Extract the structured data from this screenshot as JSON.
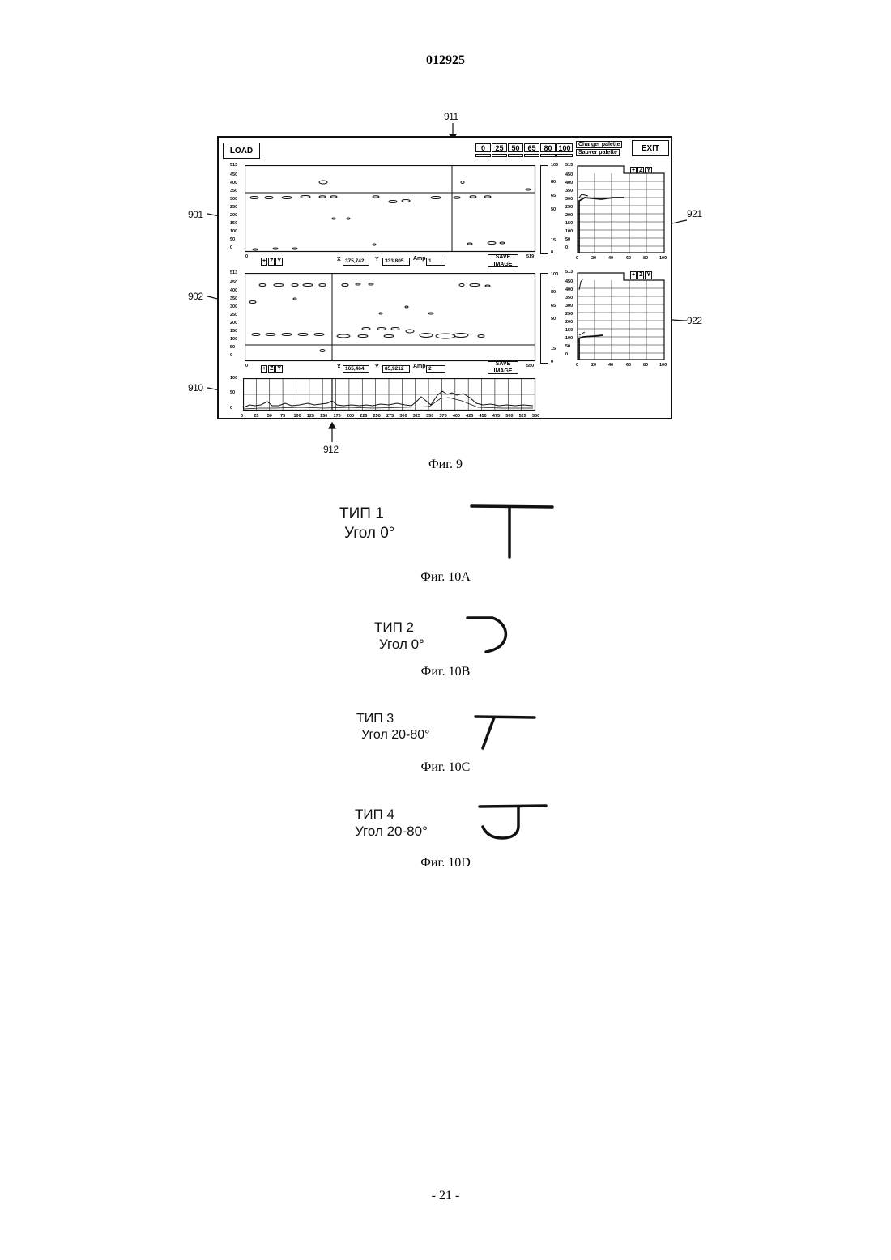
{
  "page": {
    "doc_number": "012925",
    "page_number": "- 21 -"
  },
  "figure9": {
    "caption": "Фиг. 9",
    "ref_labels": {
      "top_arrow": "911",
      "panel1": "901",
      "panel2": "902",
      "trace": "910",
      "bottom_arrow": "912",
      "right_panel1": "921",
      "right_panel2": "922"
    },
    "toolbar": {
      "load_label": "LOAD",
      "exit_label": "EXIT",
      "palette_levels": [
        "0",
        "25",
        "50",
        "65",
        "80",
        "100"
      ],
      "charger_palette": "Charger palette",
      "sauver_palette": "Sauver palette"
    },
    "panel1": {
      "y_ticks": [
        "513",
        "450",
        "400",
        "350",
        "300",
        "250",
        "200",
        "150",
        "100",
        "50",
        "0"
      ],
      "x_start": "0",
      "x_end": "519",
      "scale_ticks": [
        "100",
        "80",
        "65",
        "50",
        "15",
        "0"
      ],
      "zoom_controls": [
        "+",
        "Z",
        "Y"
      ],
      "x_label": "X",
      "x_value": "375,742",
      "y_label": "Y",
      "y_value": "333,805",
      "amp_label": "Amp",
      "amp_value": "1",
      "save_label_1": "SAVE",
      "save_label_2": "IMAGE"
    },
    "panel2": {
      "y_ticks": [
        "513",
        "450",
        "400",
        "350",
        "300",
        "250",
        "200",
        "150",
        "100",
        "50",
        "0"
      ],
      "x_start": "0",
      "x_end": "550",
      "scale_ticks": [
        "100",
        "80",
        "65",
        "50",
        "15",
        "0"
      ],
      "zoom_controls": [
        "+",
        "Z",
        "Y"
      ],
      "x_label": "X",
      "x_value": "165,464",
      "y_label": "Y",
      "y_value": "85,9212",
      "amp_label": "Amp",
      "amp_value": "2",
      "save_label_1": "SAVE",
      "save_label_2": "IMAGE"
    },
    "right1": {
      "y_top": "513",
      "y_ticks": [
        "450",
        "400",
        "350",
        "300",
        "250",
        "200",
        "150",
        "100",
        "50",
        "0"
      ],
      "x_ticks": [
        "0",
        "20",
        "40",
        "60",
        "80",
        "100"
      ],
      "zoom_controls": [
        "+",
        "Z",
        "Y"
      ]
    },
    "right2": {
      "y_top": "513",
      "y_ticks": [
        "450",
        "400",
        "350",
        "300",
        "250",
        "200",
        "150",
        "100",
        "50",
        "0"
      ],
      "x_ticks": [
        "0",
        "20",
        "40",
        "60",
        "80",
        "100"
      ],
      "zoom_controls": [
        "+",
        "Z",
        "Y"
      ]
    },
    "trace": {
      "y_ticks": [
        "100",
        "50",
        "0"
      ],
      "x_ticks": [
        "0",
        "25",
        "50",
        "75",
        "100",
        "125",
        "150",
        "175",
        "200",
        "225",
        "250",
        "275",
        "300",
        "325",
        "350",
        "375",
        "400",
        "425",
        "450",
        "475",
        "500",
        "525",
        "550"
      ]
    }
  },
  "figures10": [
    {
      "type_label": "ТИП 1",
      "angle_label": "Угол 0°",
      "caption": "Фиг. 10A",
      "icon": "t-shape-straight-icon"
    },
    {
      "type_label": "ТИП 2",
      "angle_label": "Угол 0°",
      "caption": "Фиг. 10B",
      "icon": "curved-hook-icon"
    },
    {
      "type_label": "ТИП 3",
      "angle_label": "Угол 20-80°",
      "caption": "Фиг. 10C",
      "icon": "t-shape-slanted-icon"
    },
    {
      "type_label": "ТИП 4",
      "angle_label": "Угол 20-80°",
      "caption": "Фиг. 10D",
      "icon": "j-hook-icon"
    }
  ]
}
